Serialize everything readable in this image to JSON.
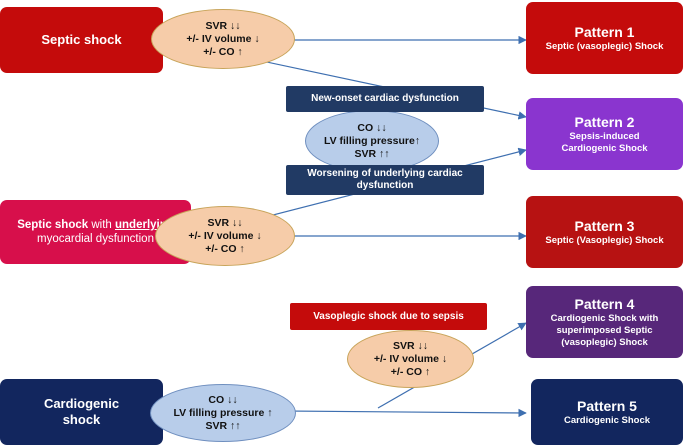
{
  "sources": {
    "septic": {
      "label": "Septic shock"
    },
    "septic_underlying": {
      "part1": "Septic shock",
      "part2": " with ",
      "part3": "underlying",
      "part4": " myocardial dysfunction"
    },
    "cardiogenic": {
      "line1": "Cardiogenic",
      "line2": "shock"
    }
  },
  "patterns": [
    {
      "title": "Pattern 1",
      "subtitle_line1": "Septic (vasoplegic) Shock",
      "subtitle_line2": "",
      "subtitle_line3": ""
    },
    {
      "title": "Pattern 2",
      "subtitle_line1": "Sepsis-induced",
      "subtitle_line2": "Cardiogenic Shock",
      "subtitle_line3": ""
    },
    {
      "title": "Pattern 3",
      "subtitle_line1": "Septic (Vasoplegic) Shock",
      "subtitle_line2": "",
      "subtitle_line3": ""
    },
    {
      "title": "Pattern 4",
      "subtitle_line1": "Cardiogenic Shock with",
      "subtitle_line2": "superimposed Septic",
      "subtitle_line3": "(vasoplegic) Shock"
    },
    {
      "title": "Pattern 5",
      "subtitle_line1": "Cardiogenic Shock",
      "subtitle_line2": "",
      "subtitle_line3": ""
    }
  ],
  "hemodynamics": {
    "septic": [
      "SVR ↓↓",
      "+/- IV volume ↓",
      "+/- CO ↑"
    ],
    "cardiac": [
      "CO ↓↓",
      "LV filling pressure↑",
      "SVR ↑↑"
    ],
    "septic_underlying": [
      "SVR ↓↓",
      "+/- IV volume ↓",
      "+/- CO ↑"
    ],
    "superimposed_septic": [
      "SVR ↓↓",
      "+/- IV volume ↓",
      "+/- CO ↑"
    ],
    "cardiogenic": [
      "CO ↓↓",
      "LV filling pressure ↑",
      "SVR ↑↑"
    ]
  },
  "transitions": {
    "new_onset": {
      "line1": "New-onset cardiac dysfunction"
    },
    "worsening": {
      "line1": "Worsening of underlying cardiac",
      "line2": "dysfunction"
    },
    "vasoplegic": {
      "line1": "Vasoplegic shock due to sepsis"
    }
  },
  "colors": {
    "septic_red": "#c40b0b",
    "pattern_red": "#b71212",
    "magenta": "#d70f4b",
    "navy": "#12265e",
    "purple": "#8a35cf",
    "dark_purple": "#57277a",
    "arrow_blue": "#3e6fb0",
    "orange_ellipse": "#f6cca9",
    "blue_ellipse": "#b8cdea"
  }
}
